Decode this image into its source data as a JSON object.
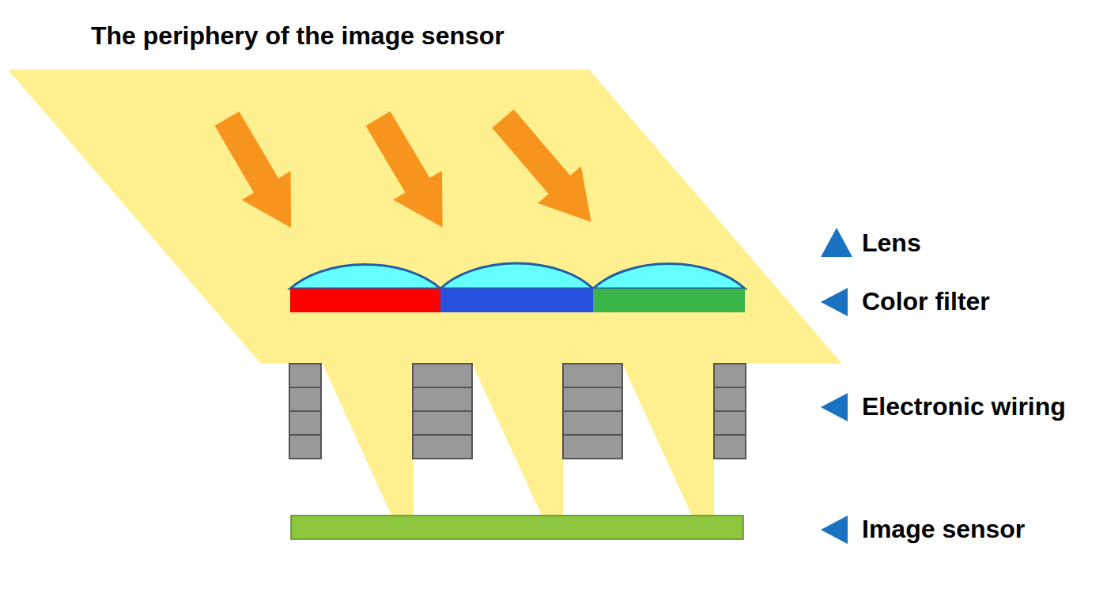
{
  "diagram": {
    "title": "The periphery of the image sensor",
    "labels": [
      "Lens",
      "Color filter",
      "Electronic wiring",
      "Image sensor"
    ]
  }
}
